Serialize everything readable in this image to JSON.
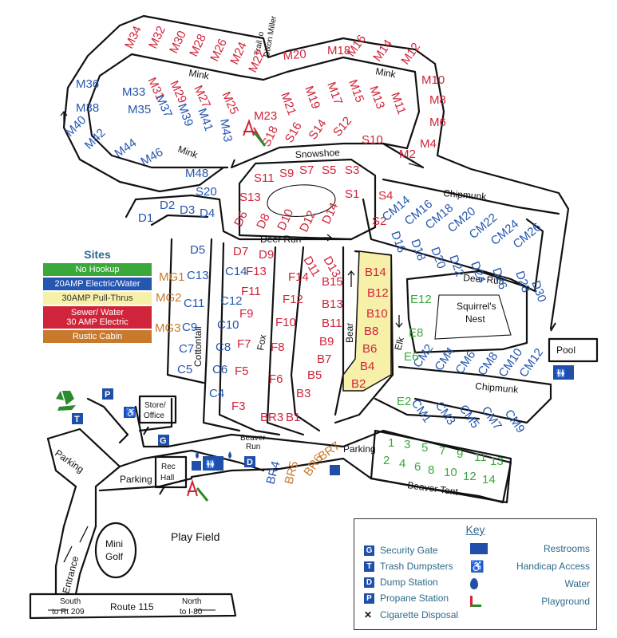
{
  "roads": {
    "mink_upper": "Mink",
    "mink_lower": "Mink",
    "mink_right": "Mink",
    "trail_line1": "Trail to",
    "trail_line2": "Dixon Miller",
    "snowshoe": "Snowshoe",
    "chipmunk_upper": "Chipmunk",
    "chipmunk_lower": "Chipmunk",
    "deer_run_left": "Deer Run",
    "deer_run_right": "Deer Run",
    "cottontail": "Cottontail",
    "fox": "Fox",
    "bear": "Bear",
    "elk": "Elk",
    "beaver_run_1": "Beaver",
    "beaver_run_2": "Run",
    "beaver_tent": "Beaver Tent",
    "route": "Route 115",
    "south_1": "South",
    "south_2": "to Rt 209",
    "north_1": "North",
    "north_2": "to I-80",
    "entrance": "Entrance"
  },
  "places": {
    "squirrels_nest_1": "Squirrel's",
    "squirrels_nest_2": "Nest",
    "pool": "Pool",
    "store_1": "Store/",
    "store_2": "Office",
    "rec_1": "Rec",
    "rec_2": "Hall",
    "parking_left": "Parking",
    "parking_mid": "Parking",
    "parking_right": "Parking",
    "mini_golf_1": "Mini",
    "mini_golf_2": "Golf",
    "play_field": "Play Field"
  },
  "icons": {
    "security_gate": "G",
    "trash": "T",
    "dump": "D",
    "propane": "P"
  },
  "legend": {
    "title": "Sites",
    "items": [
      {
        "label": "No Hookup",
        "color": "#3aa83a",
        "text_color": "#ffffff"
      },
      {
        "label": "20AMP Electric/Water",
        "color": "#2556b0",
        "text_color": "#ffffff"
      },
      {
        "label": "30AMP Pull-Thrus",
        "color": "#f6f0a8",
        "text_color": "#333333"
      },
      {
        "label": "Sewer/ Water",
        "label2": "30 AMP Electric",
        "color": "#d0243a",
        "text_color": "#ffffff"
      },
      {
        "label": "Rustic Cabin",
        "color": "#c9792b",
        "text_color": "#ffffff"
      }
    ]
  },
  "key": {
    "title": "Key",
    "security_gate": "Security Gate",
    "trash": "Trash Dumpsters",
    "dump": "Dump Station",
    "propane": "Propane Station",
    "cigarette": "Cigarette Disposal",
    "restrooms": "Restrooms",
    "handicap": "Handicap Access",
    "water": "Water",
    "playground": "Playground"
  },
  "sites": {
    "m_upper": [
      "M34",
      "M32",
      "M30",
      "M28",
      "M26",
      "M24",
      "M22"
    ],
    "m_right": [
      "M20",
      "M18",
      "M16",
      "M14",
      "M12",
      "M10",
      "M8",
      "M6",
      "M4",
      "M2"
    ],
    "m_inner_left": [
      "M31",
      "M29",
      "M27",
      "M25"
    ],
    "m_inner_right": [
      "M23",
      "M21",
      "M19",
      "M17",
      "M15",
      "M13",
      "M11"
    ],
    "m_blue_outer": [
      "M36",
      "M38",
      "M40",
      "M42",
      "M44",
      "M46",
      "M48"
    ],
    "m_blue_inner": [
      "M33",
      "M35",
      "M37",
      "M39",
      "M41",
      "M43"
    ],
    "s_row1": [
      "S18",
      "S16",
      "S14",
      "S12",
      "S10"
    ],
    "s_row2": [
      "S11",
      "S9",
      "S7",
      "S5",
      "S3"
    ],
    "s_misc": [
      "S13",
      "S1",
      "S4",
      "S2"
    ],
    "s20": "S20",
    "d_blue_left": [
      "D1",
      "D2",
      "D3",
      "D4",
      "D5"
    ],
    "d_red_row": [
      "D6",
      "D8",
      "D10",
      "D12",
      "D14"
    ],
    "d_red_fox": [
      "D7",
      "D9"
    ],
    "d_red_bear": [
      "D11",
      "D13"
    ],
    "d_blue_right": [
      "D16",
      "D18",
      "D20",
      "D22",
      "D24",
      "D26",
      "D28",
      "D30"
    ],
    "cm_upper": [
      "CM14",
      "CM16",
      "CM18",
      "CM20",
      "CM22",
      "CM24",
      "CM26"
    ],
    "cm_lower": [
      "CM2",
      "CM4",
      "CM6",
      "CM8",
      "CM10",
      "CM12"
    ],
    "cm_bottom": [
      "CM1",
      "CM3",
      "CM5",
      "CM7",
      "CM9"
    ],
    "c_left": [
      "C13",
      "C11",
      "C9",
      "C7",
      "C5"
    ],
    "c_right": [
      "C14",
      "C12",
      "C10",
      "C8",
      "C6",
      "C4"
    ],
    "f_left": [
      "F13",
      "F11",
      "F9",
      "F7",
      "F5",
      "F3"
    ],
    "f_right": [
      "F14",
      "F12",
      "F10",
      "F8",
      "F6"
    ],
    "b_red": [
      "B15",
      "B13",
      "B11",
      "B9",
      "B7",
      "B5",
      "B3",
      "B1"
    ],
    "b_yellow": [
      "B14",
      "B12",
      "B10",
      "B8",
      "B6",
      "B4",
      "B2"
    ],
    "br_red": [
      "BR3"
    ],
    "br_blue": [
      "BR4"
    ],
    "br_orange": [
      "BR5",
      "BR6",
      "BR7"
    ],
    "e_green": [
      "E12",
      "E8",
      "E6",
      "E2"
    ],
    "mg_orange": [
      "MG1",
      "MG2",
      "MG3"
    ],
    "tent_row1": [
      "1",
      "3",
      "5",
      "7",
      "9",
      "11",
      "13"
    ],
    "tent_row2": [
      "2",
      "4",
      "6",
      "8",
      "10",
      "12",
      "14"
    ]
  }
}
